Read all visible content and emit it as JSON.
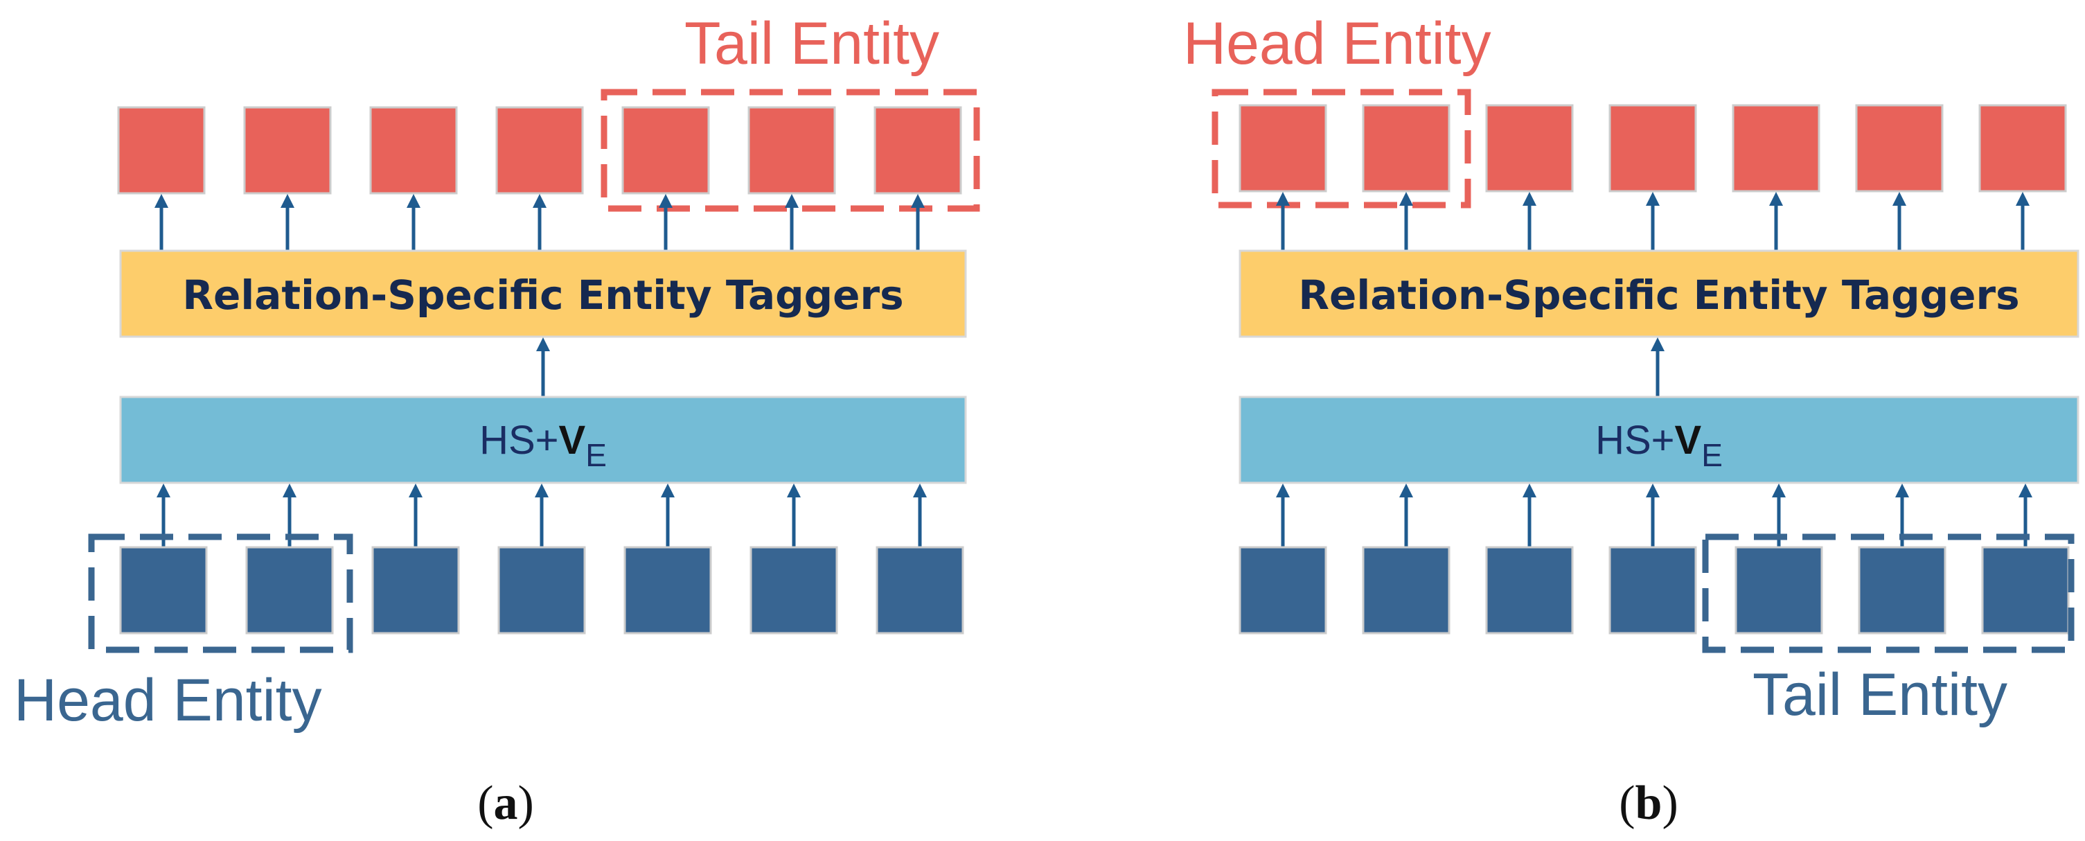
{
  "colors": {
    "output_box": "#e8625a",
    "input_box": "#386592",
    "tagger_band": "#fdcd6b",
    "hs_band": "#74bcd6",
    "arrow": "#1f5b8f",
    "red_label": "#e8625a",
    "blue_label": "#3a6690"
  },
  "panels": [
    {
      "caption_letter": "a",
      "tagger_label": "Relation-Specific Entity Taggers",
      "hs_label": "HS+",
      "hs_v": "V",
      "hs_sub": "E",
      "top_entity_label": "Tail Entity",
      "bottom_entity_label": "Head Entity"
    },
    {
      "caption_letter": "b",
      "tagger_label": "Relation-Specific Entity Taggers",
      "hs_label": "HS+",
      "hs_v": "V",
      "hs_sub": "E",
      "top_entity_label": "Head Entity",
      "bottom_entity_label": "Tail Entity"
    }
  ]
}
